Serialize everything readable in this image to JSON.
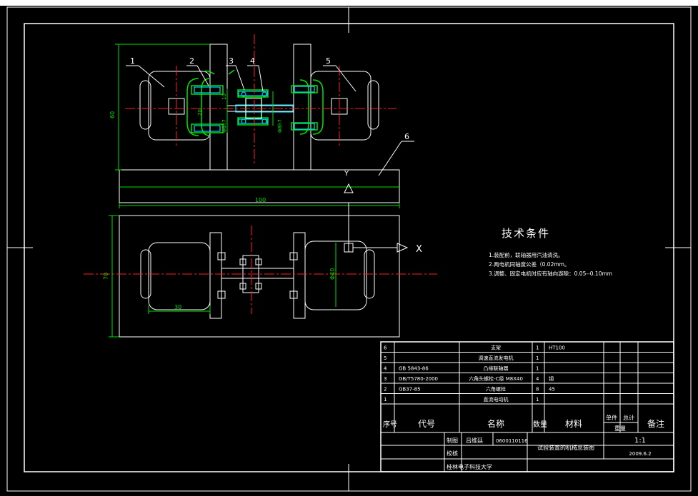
{
  "tech_conditions": {
    "title": "技术条件",
    "notes": [
      "1.装配前，联轴器用汽油清洗。",
      "2.两电机同轴度公差（0.02mm。",
      "3.调整、固定电机时应有轴向游隙：0.05--0.10mm"
    ]
  },
  "balloons": [
    "1",
    "2",
    "3",
    "4",
    "5",
    "6"
  ],
  "dimensions": {
    "height_front": "60",
    "width_front": "100",
    "height_top": "70",
    "motor_len": "30",
    "shaft_dia_1": "Φ8h7",
    "shaft_dia_2": "Φ8h7",
    "motor_dia": "Φ40",
    "small_10": "10",
    "small_20": "20",
    "arrow_x": "X",
    "arrow_y": "Y"
  },
  "bom": {
    "rows": [
      {
        "seq": "6",
        "code": "",
        "name": "支架",
        "qty": "1",
        "material": "HT100"
      },
      {
        "seq": "5",
        "code": "",
        "name": "调速直流发电机",
        "qty": "1",
        "material": ""
      },
      {
        "seq": "4",
        "code": "GB 5843-86",
        "name": "凸缘联轴器",
        "qty": "1",
        "material": ""
      },
      {
        "seq": "3",
        "code": "GB/T5780-2000",
        "name": "六角头螺栓-C级 M8X40",
        "qty": "4",
        "material": "钢"
      },
      {
        "seq": "2",
        "code": "GB37-85",
        "name": "六角螺栓",
        "qty": "8",
        "material": "45"
      },
      {
        "seq": "1",
        "code": "",
        "name": "直流电动机",
        "qty": "1",
        "material": ""
      }
    ],
    "header": {
      "seq": "序号",
      "code": "代号",
      "name": "名称",
      "qty": "数量",
      "material": "材料",
      "single": "单件",
      "total": "总计",
      "weight": "重量",
      "remark": "备注"
    },
    "title_block": {
      "drawn_label": "制图",
      "drawn_name": "吕维廷",
      "drawn_id": "0600110116",
      "checked_label": "校核",
      "drawing_title": "试验装置的机械总装图",
      "scale": "1:1",
      "date": "2009.6.2",
      "university": "桂林电子科技大学"
    }
  }
}
